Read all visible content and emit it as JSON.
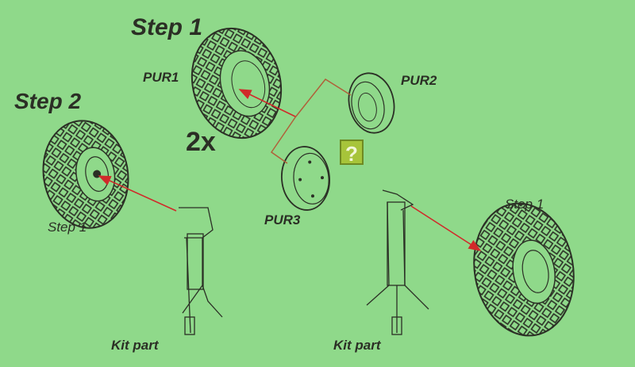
{
  "labels": {
    "step1_top": "Step 1",
    "step2": "Step 2",
    "pur1": "PUR1",
    "pur2": "PUR2",
    "pur3": "PUR3",
    "qty": "2x",
    "step1_left": "Step 1",
    "step1_right": "Step 1",
    "kit_part_left": "Kit part",
    "kit_part_right": "Kit part",
    "question_mark": "?"
  },
  "colors": {
    "background": "#8fd98a",
    "arrow": "#d02a2a",
    "connector": "#b0603a",
    "line": "#2b2f25"
  }
}
